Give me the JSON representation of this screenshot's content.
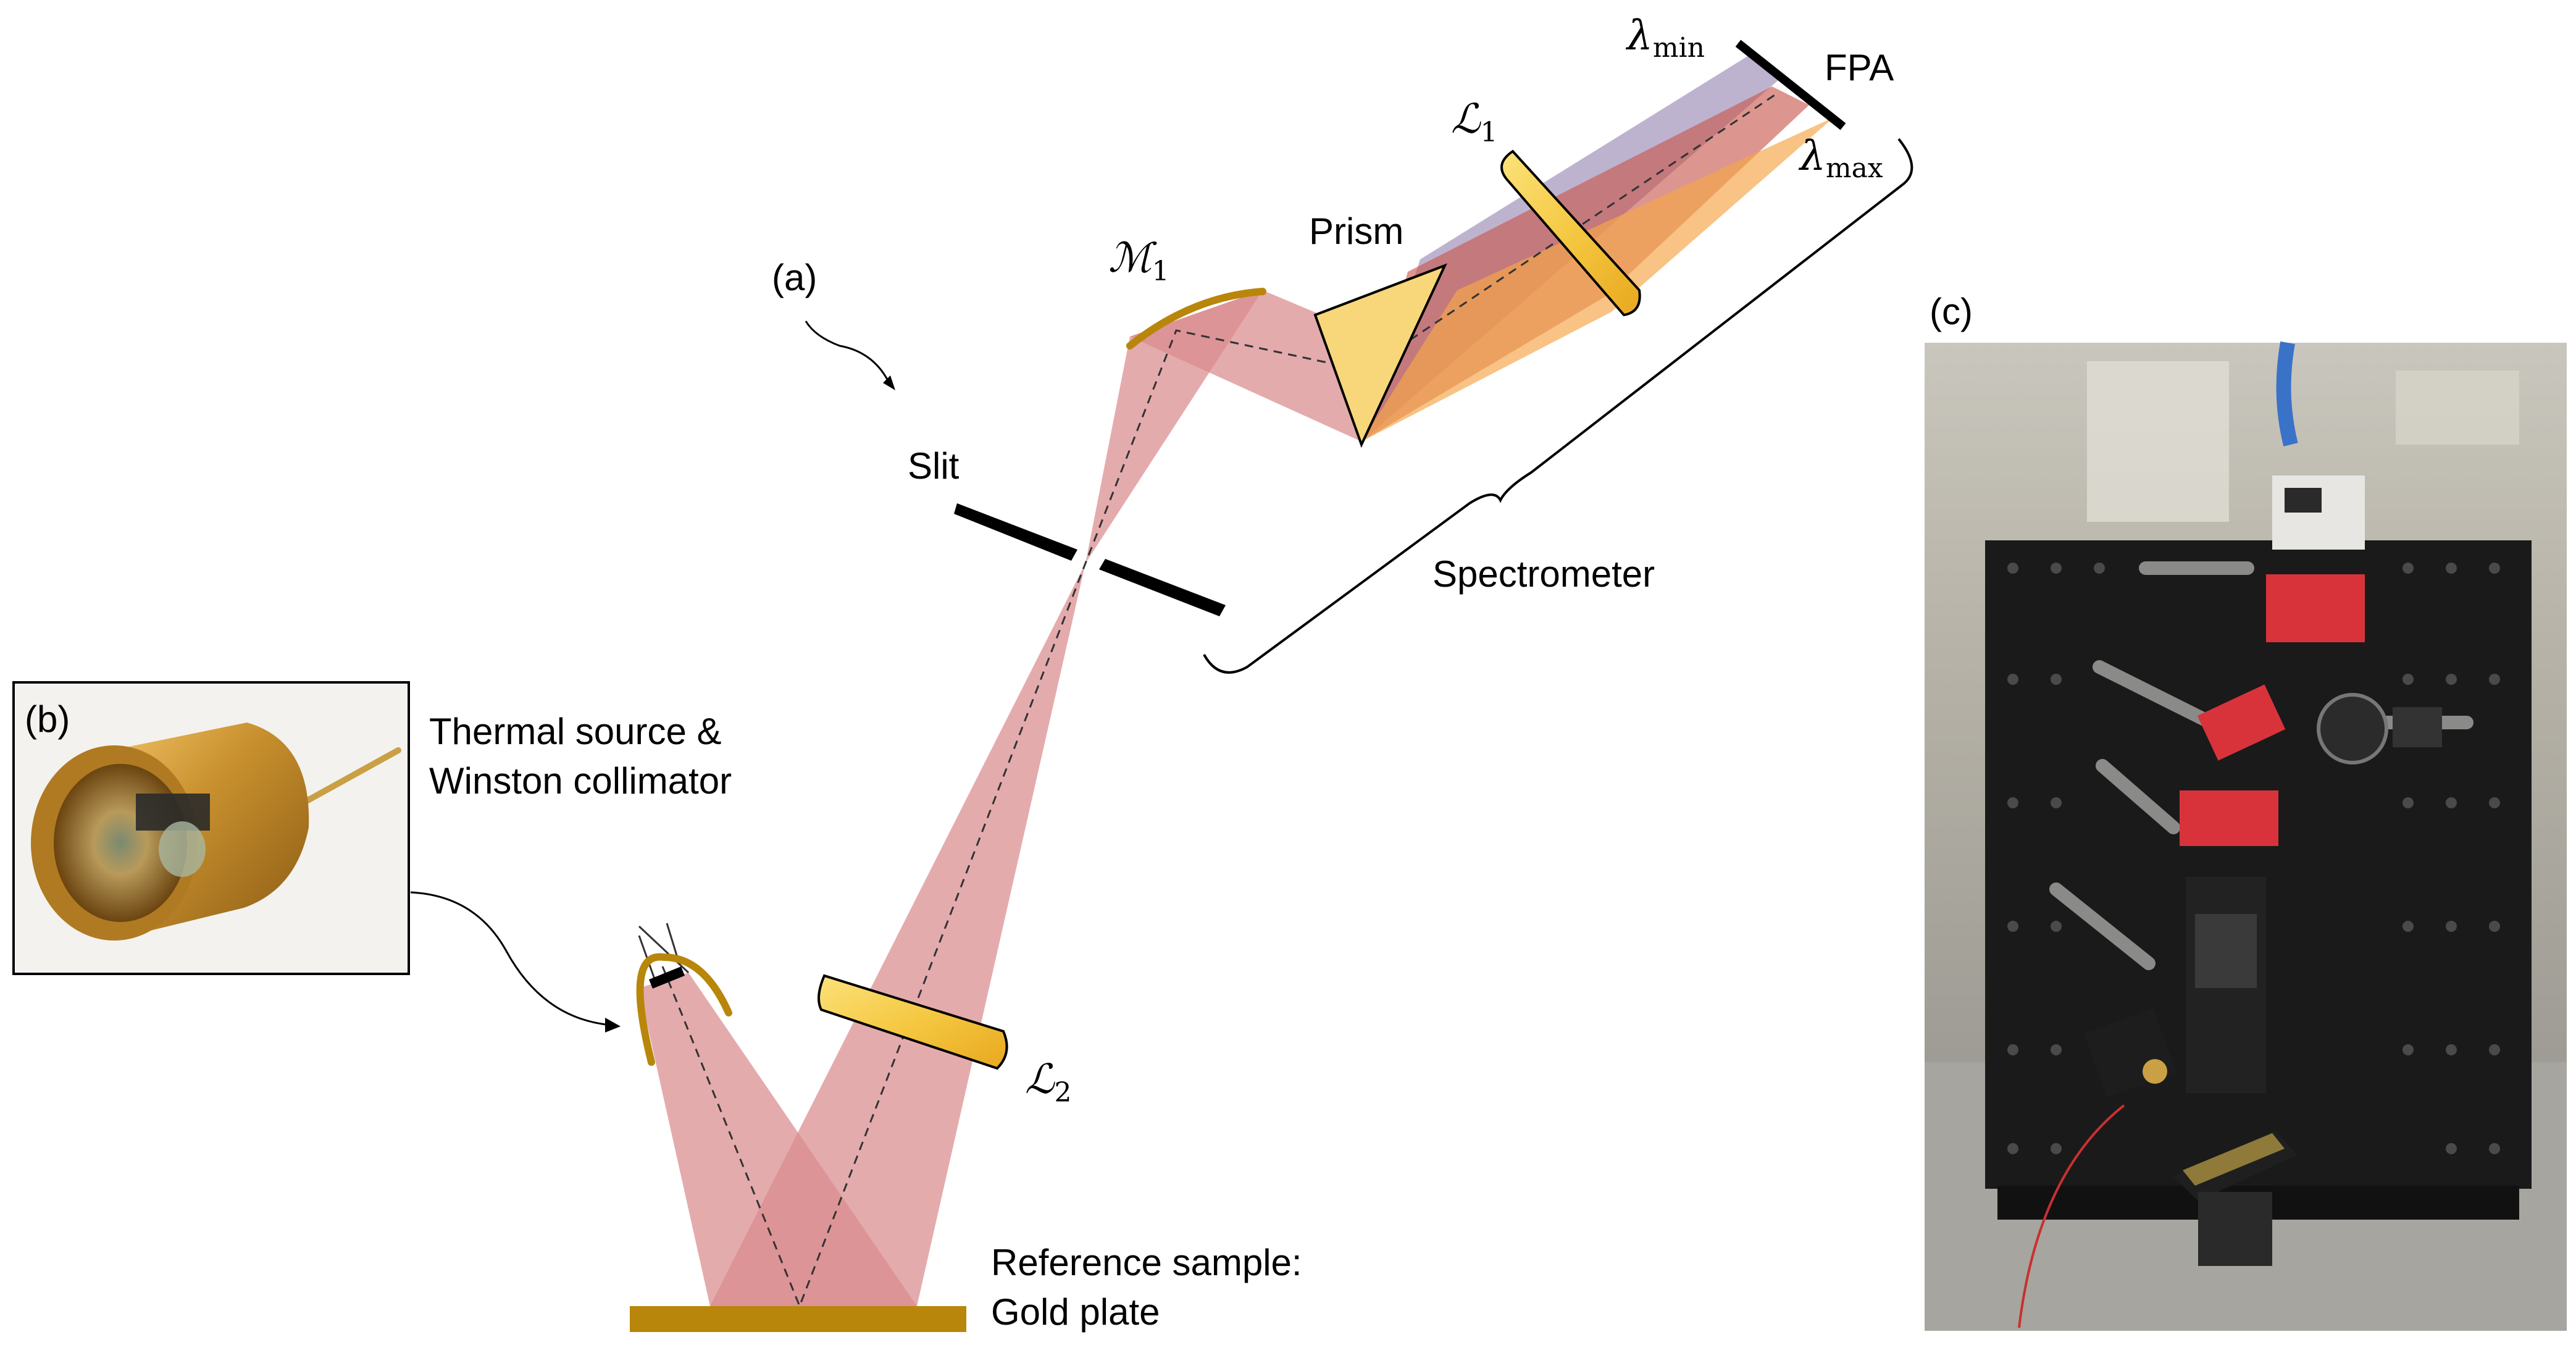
{
  "panels": {
    "a": "(a)",
    "b": "(b)",
    "c": "(c)"
  },
  "labels": {
    "slit": "Slit",
    "prism": "Prism",
    "fpa": "FPA",
    "spectrometer": "Spectrometer",
    "thermal_source_line1": "Thermal source &",
    "thermal_source_line2": "Winston collimator",
    "reference_line1": "Reference sample:",
    "reference_line2": "Gold plate"
  },
  "math_labels": {
    "m1": {
      "main": "ℳ",
      "sub": "1"
    },
    "l1": {
      "main": "ℒ",
      "sub": "1"
    },
    "l2": {
      "main": "ℒ",
      "sub": "2"
    },
    "lambda_min": {
      "main": "λ",
      "sub": "min"
    },
    "lambda_max": {
      "main": "λ",
      "sub": "max"
    }
  },
  "colors": {
    "beam": "#d98b8e",
    "beam_overlap": "#c75a60",
    "gold": "#b8860b",
    "lens_fill": "#f5c842",
    "prism_fill": "#f7d77a",
    "spectrum_blue": "#9b8bb5",
    "spectrum_red": "#c8564a",
    "spectrum_orange": "#f5a64a",
    "breadboard": "#1a1a1a"
  }
}
